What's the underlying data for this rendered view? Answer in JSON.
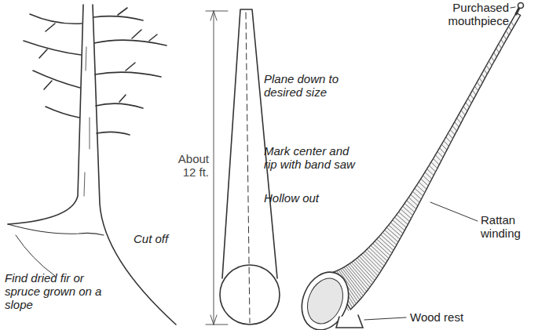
{
  "diagram": {
    "labels": [
      "Purchased mouthpiece",
      "Plane down to desired size",
      "About 12 ft.",
      "Mark center and rip with band saw",
      "Hollow out",
      "Cut off",
      "Find dried fir or spruce grown on a slope",
      "Rattan winding",
      "Wood rest"
    ]
  }
}
